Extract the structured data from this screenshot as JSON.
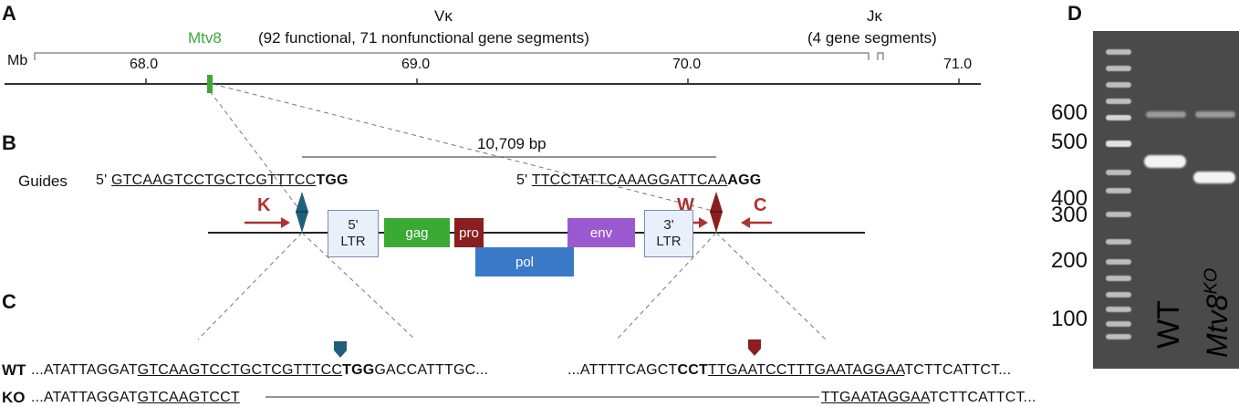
{
  "panels": {
    "a": "A",
    "b": "B",
    "c": "C",
    "d": "D"
  },
  "panel_a": {
    "mtv8_label": "Mtv8",
    "vk_title": "Vκ",
    "vk_subtitle": "(92 functional, 71 nonfunctional gene segments)",
    "jk_title": "Jκ",
    "jk_subtitle": "(4 gene segments)",
    "axis_unit": "Mb",
    "ticks": [
      "68.0",
      "69.0",
      "70.0",
      "71.0"
    ],
    "colors": {
      "mtv8": "#3aaa35"
    }
  },
  "panel_b": {
    "length": "10,709 bp",
    "guides_label": "Guides",
    "guide1_prefix": "5'",
    "guide1_seq": "GTCAAGTCCTGCTCGTTTCC",
    "guide1_pam": "TGG",
    "guide2_prefix": "5'",
    "guide2_seq": "TTCCTATTCAAAGGATTCAA",
    "guide2_pam": "AGG",
    "primers": {
      "k": "K",
      "w": "W",
      "c": "C"
    },
    "elements": {
      "ltr5": "5' LTR",
      "gag": "gag",
      "pro": "pro",
      "pol": "pol",
      "env": "env",
      "ltr3": "3' LTR"
    },
    "colors": {
      "gag": "#3aaa35",
      "pro": "#8b1e1e",
      "pol": "#3a78c8",
      "env": "#9b59d0",
      "guide1": "#1f5f7a",
      "guide2": "#8b1e1e",
      "primer": "#b03030"
    }
  },
  "panel_c": {
    "wt_label": "WT",
    "ko_label": "KO",
    "wt_left_pre": "...ATATTAGGAT",
    "wt_left_guide": "GTCAAGTCCTGCTCGTTTCC",
    "wt_left_pam": "TGG",
    "wt_left_post": "GACCATTTGC...",
    "wt_right_pre": "...ATTTTCAGCT",
    "wt_right_pam": "CCT",
    "wt_right_guide": "TTGAATCCTTTGAATAGGAA",
    "wt_right_post": "TCTTCATTCT...",
    "ko_left_pre": "...ATATTAGGAT",
    "ko_left_guide": "GTCAAGTCCT",
    "ko_right_guide": "TTGAATAGGAA",
    "ko_right_post": "TCTTCATTCT..."
  },
  "panel_d": {
    "sizes": [
      "600",
      "500",
      "400",
      "300",
      "200",
      "100"
    ],
    "lane_wt": "WT",
    "lane_ko": "Mtv8",
    "lane_ko_sup": "KO"
  }
}
